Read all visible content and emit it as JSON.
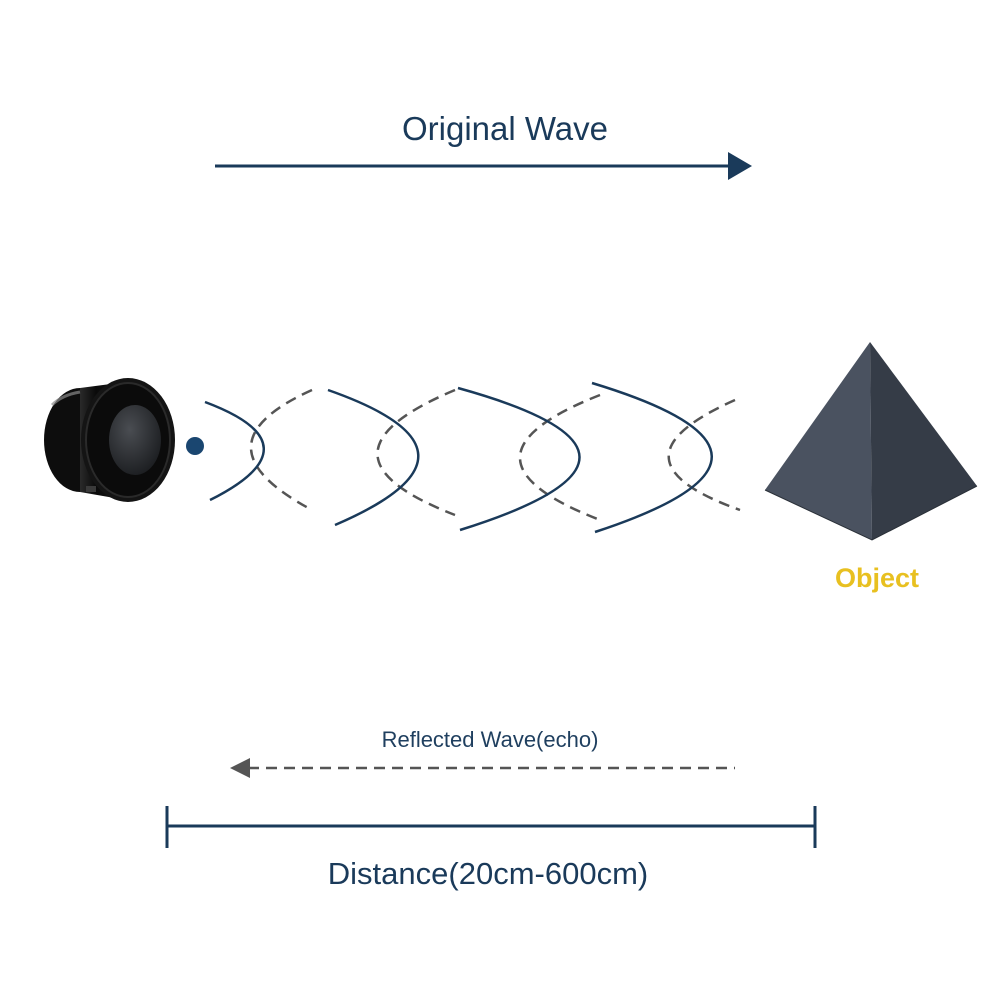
{
  "labels": {
    "original_wave": "Original Wave",
    "object": "Object",
    "reflected_wave": "Reflected Wave(echo)",
    "distance": "Distance(20cm-600cm)"
  },
  "colors": {
    "primary_navy": "#1a3a5a",
    "object_label": "#e8c020",
    "echo_dash": "#555555",
    "pyramid_light": "#4a5260",
    "pyramid_dark": "#353c47",
    "sensor_body": "#111111"
  },
  "icons": {
    "sensor": "ultrasonic-sensor-icon",
    "object": "pyramid-object-icon"
  }
}
